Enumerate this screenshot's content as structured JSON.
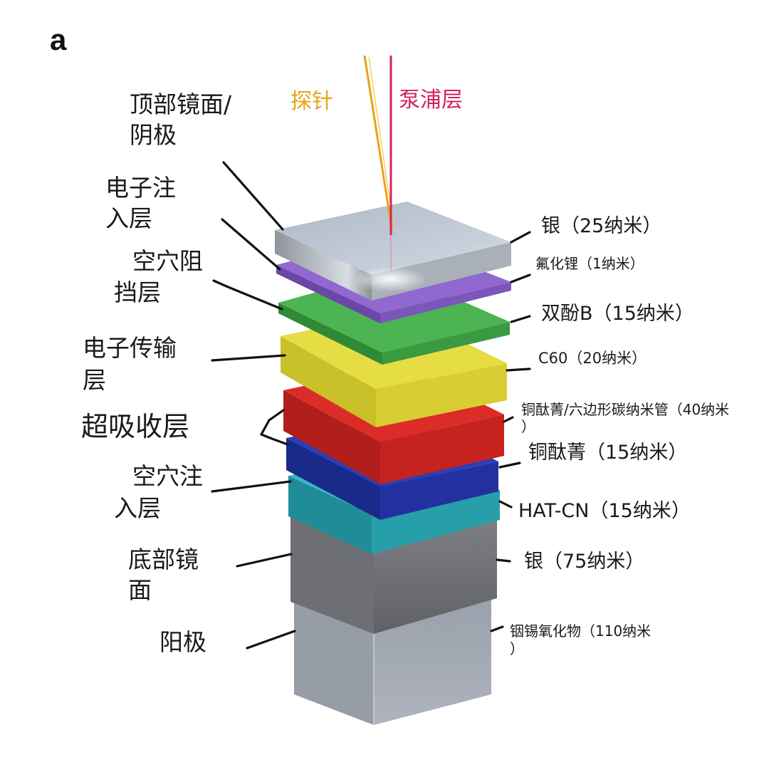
{
  "panel_label": "a",
  "beams": {
    "probe": {
      "label": "探针",
      "color": "#e8a317"
    },
    "pump": {
      "label": "泵浦层",
      "color": "#d0245e"
    }
  },
  "left_labels": {
    "top_mirror": [
      "顶部镜面/",
      "阴极"
    ],
    "electron_injection": [
      "电子注",
      "入层"
    ],
    "hole_blocking": [
      "空穴阻",
      "挡层"
    ],
    "electron_transport": [
      "电子传输",
      "层"
    ],
    "superabsorbing": [
      "超吸收层"
    ],
    "hole_injection": [
      "空穴注",
      "入层"
    ],
    "bottom_mirror": [
      "底部镜",
      "面"
    ],
    "anode": [
      "阳极"
    ]
  },
  "right_labels": {
    "silver_top": "银（25纳米）",
    "lif": "氟化锂（1纳米）",
    "bphen": "双酚B（15纳米）",
    "c60": "C60（20纳米）",
    "cupc_mix": [
      "铜酞菁/六边形碳纳米管（40纳米",
      "）"
    ],
    "cupc": "铜酞菁（15纳米）",
    "hatcn": "HAT-CN（15纳米）",
    "silver_bottom": "银（75纳米）",
    "ito": [
      "铟锡氧化物（110纳米",
      "）"
    ]
  },
  "layer_colors": {
    "silver": "#b9c2cf",
    "lif": "#8a63c8",
    "bphen": "#44a84a",
    "c60": "#e0d63a",
    "cupc_mix": "#d42a26",
    "cupc": "#2a3bb0",
    "hatcn": "#2fb3bf",
    "silver_bottom": "#8d9098",
    "ito": "#9aa1ad"
  }
}
